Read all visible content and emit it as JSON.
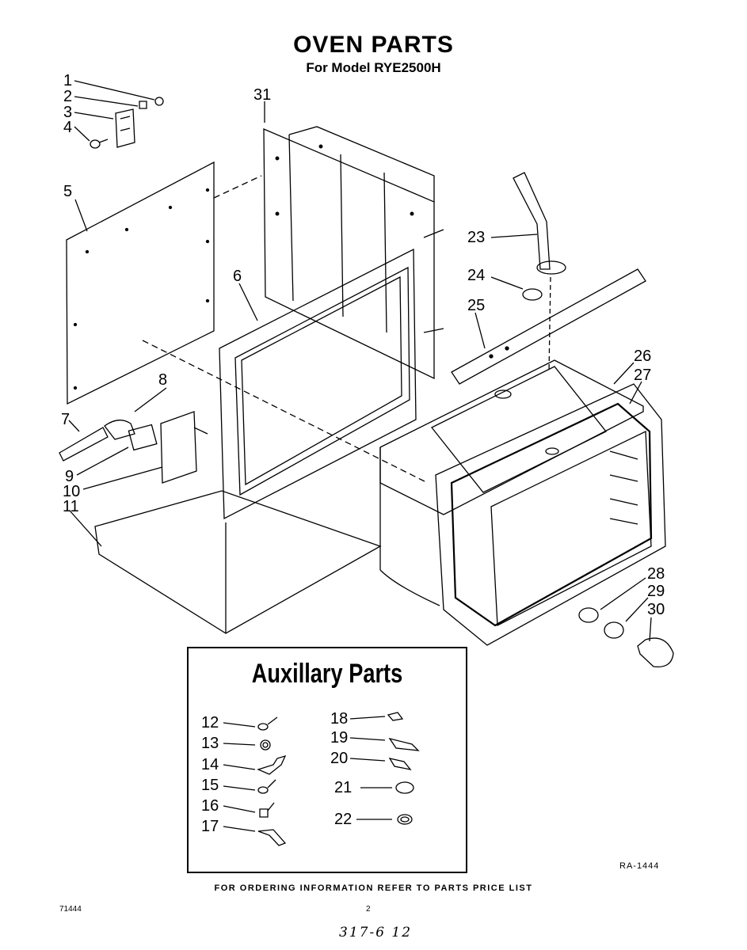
{
  "title": "OVEN PARTS",
  "subtitle": "For Model RYE2500H",
  "callouts": [
    "1",
    "2",
    "3",
    "4",
    "5",
    "6",
    "7",
    "8",
    "9",
    "10",
    "11",
    "12",
    "13",
    "14",
    "15",
    "16",
    "17",
    "18",
    "19",
    "20",
    "21",
    "22",
    "23",
    "24",
    "25",
    "26",
    "27",
    "28",
    "29",
    "30",
    "31"
  ],
  "aux_title": "Auxillary Parts",
  "ref_code": "RA-1444",
  "footer_note": "FOR ORDERING INFORMATION REFER TO PARTS PRICE LIST",
  "doc_code": "71444",
  "page_number": "2",
  "handwritten": "317-6 12"
}
